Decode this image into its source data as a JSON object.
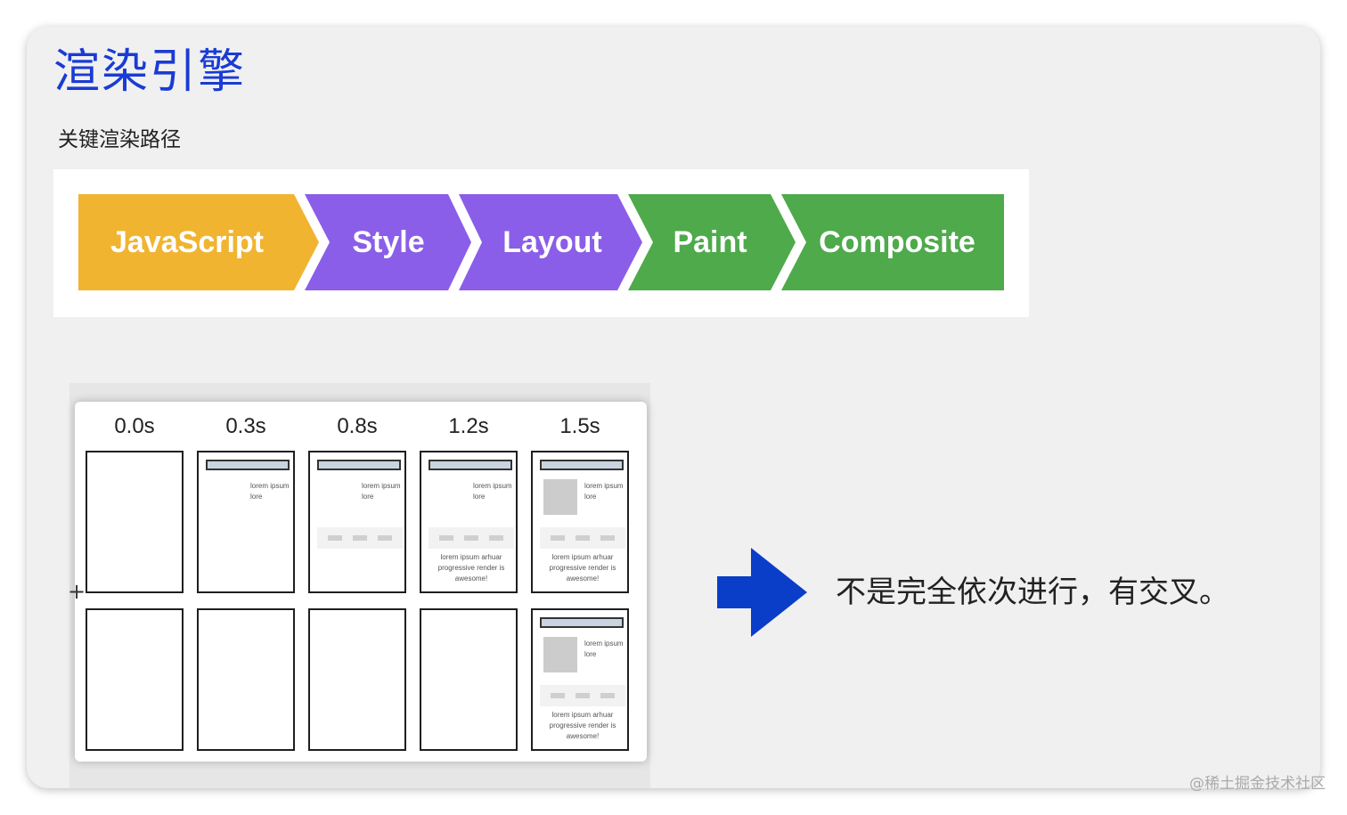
{
  "slide": {
    "title": "渲染引擎",
    "subtitle": "关键渲染路径"
  },
  "pipeline": {
    "stages": [
      {
        "label": "JavaScript",
        "color": "#f0b431"
      },
      {
        "label": "Style",
        "color": "#8a5ee8"
      },
      {
        "label": "Layout",
        "color": "#8a5ee8"
      },
      {
        "label": "Paint",
        "color": "#4eaa4b"
      },
      {
        "label": "Composite",
        "color": "#4eaa4b"
      }
    ]
  },
  "filmstrip": {
    "times": [
      "0.0s",
      "0.3s",
      "0.8s",
      "1.2s",
      "1.5s"
    ],
    "text_short": "lorem ipsum lore",
    "text_long": "lorem ipsum arhuar progressive render is awesome!"
  },
  "annotation": {
    "caption": "不是完全依次进行，有交叉。",
    "arrow_color": "#0a3ec8"
  },
  "watermark": "@稀土掘金技术社区"
}
